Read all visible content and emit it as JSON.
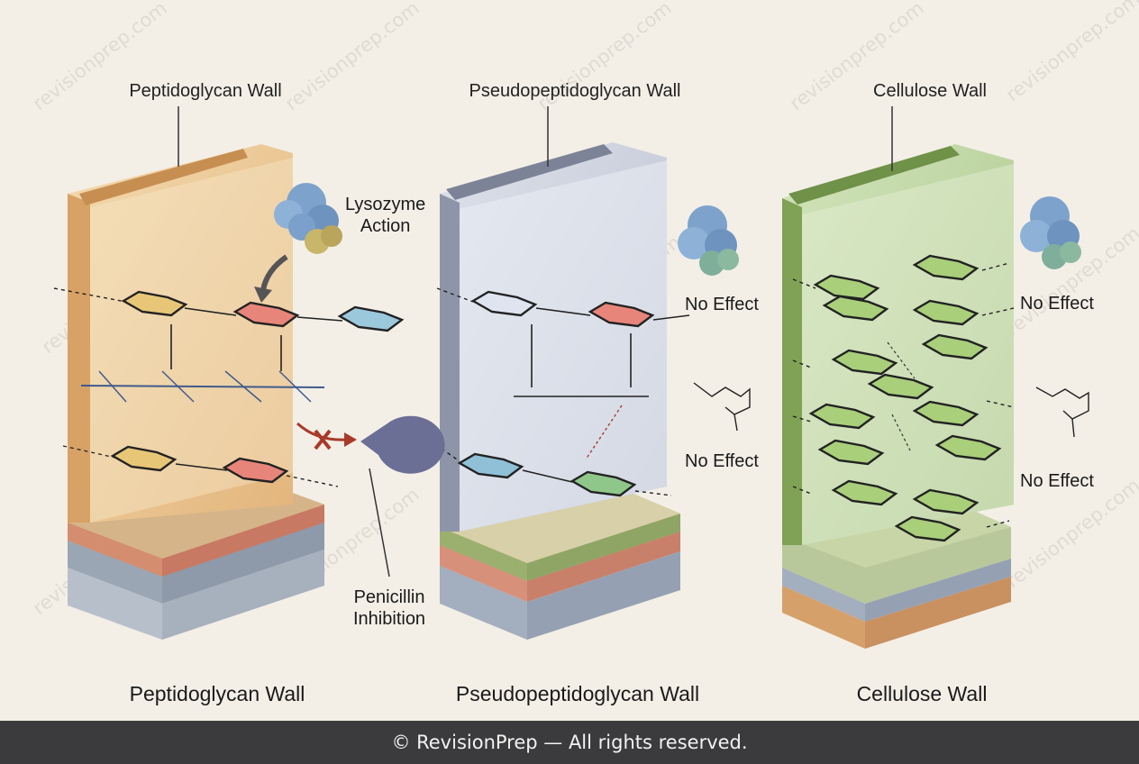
{
  "panels": [
    {
      "top_title": "Peptidoglycan Wall",
      "bottom_title": "Peptidoglycan Wall",
      "annotations": {
        "enzyme": "Lysozyme\nAction",
        "antibiotic": "Penicillin\nInhibition"
      },
      "wall_color": "#e9c48f"
    },
    {
      "top_title": "Pseudopeptidoglycan Wall",
      "bottom_title": "Pseudopeptidoglycan Wall",
      "annotations": {
        "enzyme": "No Effect",
        "antibiotic": "No Effect"
      },
      "wall_color": "#c4c9d8"
    },
    {
      "top_title": "Cellulose Wall",
      "bottom_title": "Cellulose Wall",
      "annotations": {
        "enzyme": "No Effect",
        "antibiotic": "No Effect"
      },
      "wall_color": "#b9d29a"
    }
  ],
  "footer": {
    "copyright": "© RevisionPrep — All rights reserved."
  },
  "watermark": "revisionprep.com",
  "colors": {
    "peptidoglycan": "#e9c48f",
    "pseudopeptidoglycan": "#c4c9d8",
    "cellulose": "#b9d29a",
    "enzyme_blue": "#7da2cc",
    "enzyme_yellow": "#c8b66a",
    "penicillin_block": "#a83a2a"
  }
}
